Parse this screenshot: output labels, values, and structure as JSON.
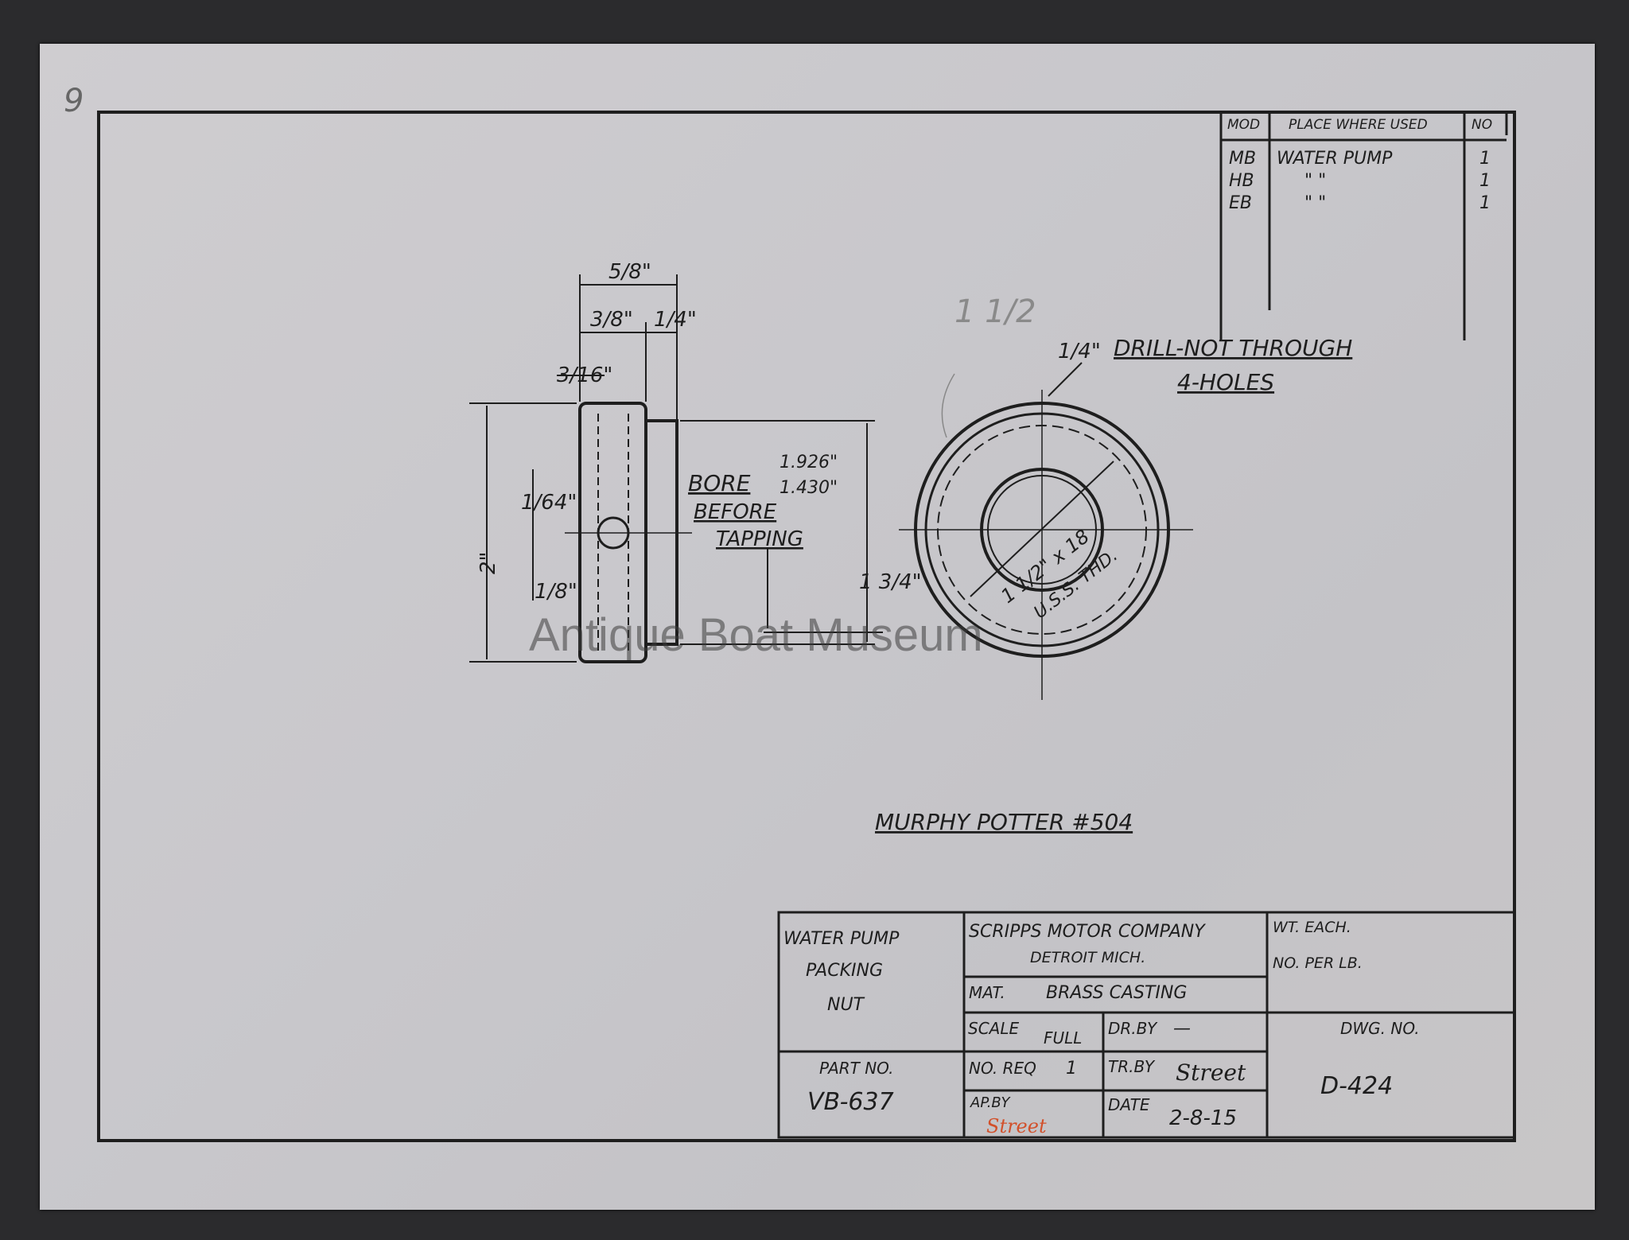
{
  "corner_mark": "9",
  "watermark": "Antique Boat Museum",
  "parts_table": {
    "headers": [
      "MOD",
      "PLACE WHERE USED",
      "NO"
    ],
    "rows": [
      {
        "mod": "MB",
        "place": "WATER PUMP",
        "no": "1"
      },
      {
        "mod": "HB",
        "place": "\"        \"",
        "no": "1"
      },
      {
        "mod": "EB",
        "place": "\"        \"",
        "no": "1"
      }
    ]
  },
  "dimensions": {
    "overall_width": "5/8\"",
    "body_width": "3/8\"",
    "hub_width": "1/4\"",
    "hole_offset": "3/16\"",
    "hole_dia": "1/64\"",
    "chamfer": "1/8\"",
    "height": "2\"",
    "hub_dia": "1 3/4\"",
    "bore_label": "BORE",
    "bore_values": [
      "1.926\"",
      "1.430\""
    ],
    "bore_note": [
      "BEFORE",
      "TAPPING"
    ],
    "drill_size": "1/4\"",
    "drill_note": "DRILL-NOT THROUGH",
    "holes": "4-HOLES",
    "thread": "1 1/2\" x 18",
    "thread_std": "U.S.S. THD.",
    "pencil_note": "1 1/2"
  },
  "reference": "MURPHY POTTER #504",
  "title_block": {
    "part_name": [
      "WATER PUMP",
      "PACKING",
      "NUT"
    ],
    "company": "SCRIPPS MOTOR COMPANY",
    "city": "DETROIT MICH.",
    "wt_each": "WT. EACH.",
    "no_per_lb": "NO. PER LB.",
    "mat_label": "MAT.",
    "material": "BRASS CASTING",
    "scale_label": "SCALE",
    "scale": "FULL",
    "dr_by_label": "DR.BY",
    "dr_by": "—",
    "dwg_no_label": "DWG. NO.",
    "dwg_no": "D-424",
    "part_no_label": "PART NO.",
    "part_no": "VB-637",
    "no_req_label": "NO. REQ",
    "no_req": "1",
    "tr_by_label": "TR.BY",
    "tr_by": "Street",
    "ap_by_label": "AP.BY",
    "ap_by": "Street",
    "date_label": "DATE",
    "date": "2-8-15"
  }
}
